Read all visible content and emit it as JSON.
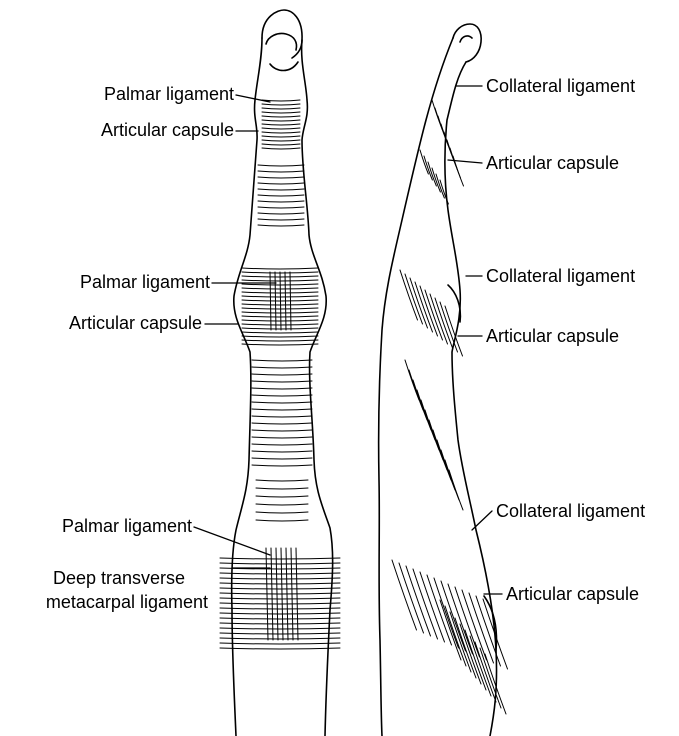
{
  "left_view": {
    "labels": {
      "palmar_ligament_distal": "Palmar ligament",
      "articular_capsule_distal": "Articular capsule",
      "palmar_ligament_middle": "Palmar ligament",
      "articular_capsule_middle": "Articular capsule",
      "palmar_ligament_proximal": "Palmar ligament",
      "deep_transverse_line1": "Deep transverse",
      "deep_transverse_line2": "metacarpal ligament"
    }
  },
  "right_view": {
    "labels": {
      "collateral_ligament_distal": "Collateral ligament",
      "articular_capsule_distal": "Articular capsule",
      "collateral_ligament_middle": "Collateral ligament",
      "articular_capsule_middle": "Articular capsule",
      "collateral_ligament_proximal": "Collateral ligament",
      "articular_capsule_proximal": "Articular capsule"
    }
  },
  "colors": {
    "ink": "#000000",
    "background": "#ffffff"
  }
}
